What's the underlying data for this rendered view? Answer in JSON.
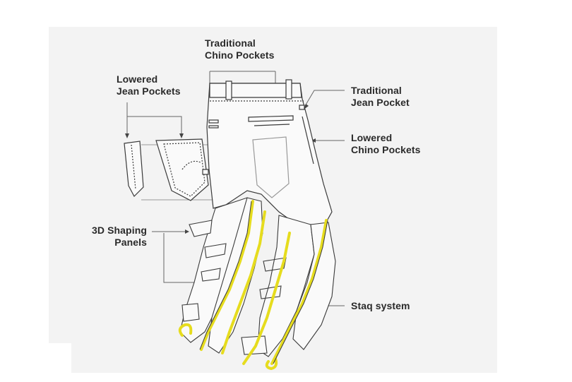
{
  "colors": {
    "background": "#f3f3f3",
    "garment_fill": "#fafafa",
    "outline": "#3a3a3a",
    "staq_accent": "#e6dc1e",
    "leader_line": "#666666",
    "label_text": "#2a2a2a"
  },
  "labels": {
    "traditional_chino_pockets": [
      "Traditional",
      "Chino Pockets"
    ],
    "lowered_jean_pockets": [
      "Lowered",
      "Jean Pockets"
    ],
    "traditional_jean_pocket": [
      "Traditional",
      "Jean Pocket"
    ],
    "lowered_chino_pockets": [
      "Lowered",
      "Chino Pockets"
    ],
    "shaping_panels": [
      "3D Shaping",
      "Panels"
    ],
    "staq_system": [
      "Staq system"
    ]
  }
}
